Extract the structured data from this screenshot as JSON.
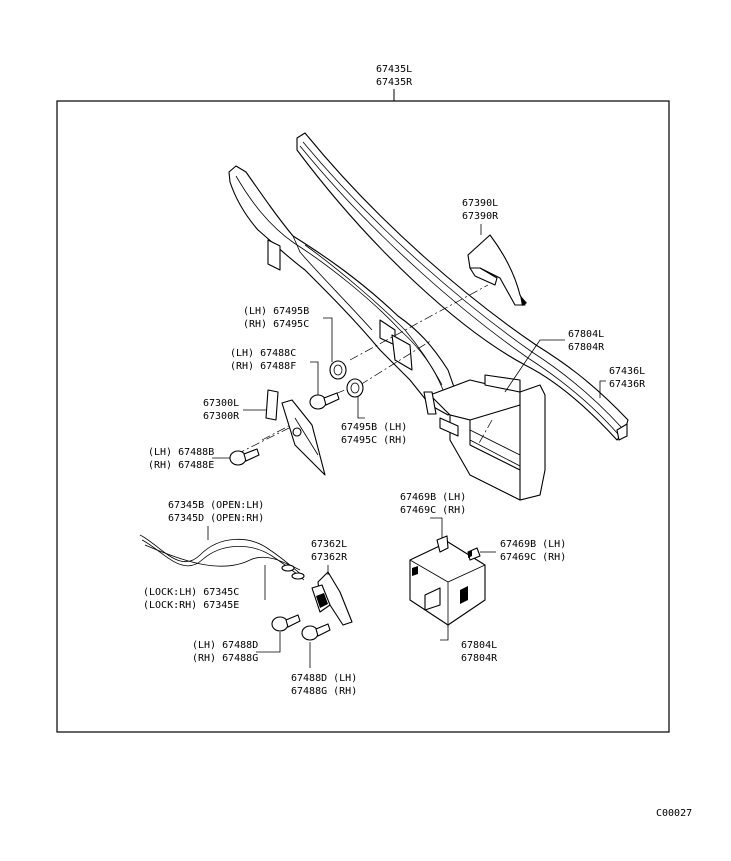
{
  "labels": {
    "top_l": "67435L",
    "top_r": "67435R",
    "c67390_l": "67390L",
    "c67390_r": "67390R",
    "c67495_lh": "(LH) 67495B",
    "c67495_rh": "(RH) 67495C",
    "c67488c_lh": "(LH) 67488C",
    "c67488c_rh": "(RH) 67488F",
    "c67804a_l": "67804L",
    "c67804a_r": "67804R",
    "c67436_l": "67436L",
    "c67436_r": "67436R",
    "c67300_l": "67300L",
    "c67300_r": "67300R",
    "c67495b_lh": "67495B (LH)",
    "c67495b_rh": "67495C (RH)",
    "c67488b_lh": "(LH) 67488B",
    "c67488b_rh": "(RH) 67488E",
    "c67345_open_lh": "67345B (OPEN:LH)",
    "c67345_open_rh": "67345D (OPEN:RH)",
    "c67469a_lh": "67469B (LH)",
    "c67469a_rh": "67469C (RH)",
    "c67362_l": "67362L",
    "c67362_r": "67362R",
    "c67469b_lh": "67469B (LH)",
    "c67469b_rh": "67469C (RH)",
    "c67345_lock_lh": "(LOCK:LH) 67345C",
    "c67345_lock_rh": "(LOCK:RH) 67345E",
    "c67488d_lh": "(LH) 67488D",
    "c67488d_rh": "(RH) 67488G",
    "c67804b_l": "67804L",
    "c67804b_r": "67804R",
    "c67488d2_lh": "67488D (LH)",
    "c67488d2_rh": "67488G (RH)",
    "code": "C00027"
  }
}
